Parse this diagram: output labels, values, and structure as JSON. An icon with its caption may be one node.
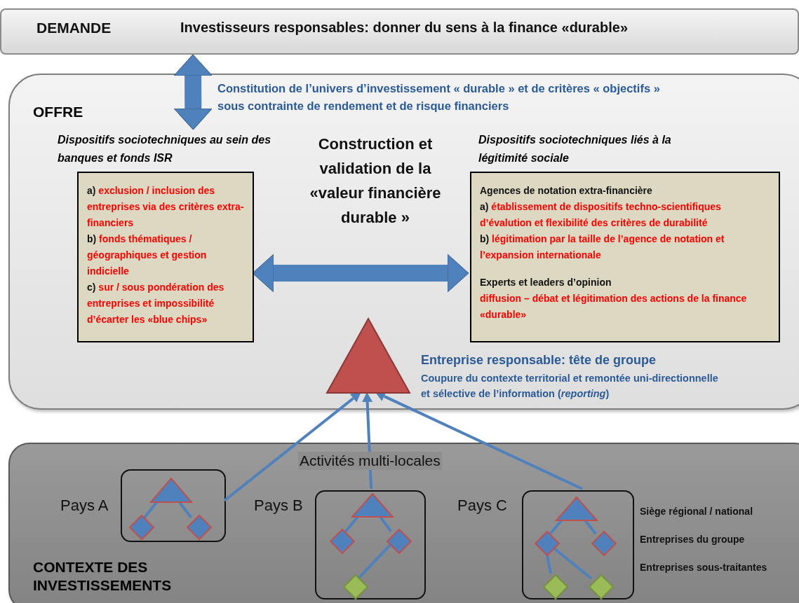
{
  "diagram": {
    "nodes": [
      {
        "text": [
          "DEMANDE",
          "Investisseurs responsables: donner du sens à la finance «durable»"
        ]
      },
      {
        "text": [
          "OFFRE"
        ]
      },
      {
        "text": [
          "Dispositifs sociotechniques au sein des banques et fonds ISR",
          "a) exclusion / inclusion des entreprises via des critères extra-financiers",
          "b) fonds thématiques / géographiques et gestion indicielle",
          "c) sur / sous pondération des entreprises et impossibilité d’écarter les «blue chips»"
        ],
        "in": 1
      },
      {
        "text": [
          "Dispositifs sociotechniques liés à la légitimité sociale",
          "Agences de notation extra-financière",
          "a) établissement de dispositifs techno-scientifiques d’évalution et flexibilité des critères de durabilité",
          "b) légitimation par la taille de l’agence de notation et l’expansion internationale",
          "Experts et leaders d’opinion",
          "diffusion – débat et légitimation des actions de la finance «durable»"
        ],
        "in": 1
      },
      {
        "text": [],
        "shape": "triangle",
        "in": 1,
        "beside": [
          "Entreprise responsable: tête de groupe",
          "Coupure du contexte territorial et remontée uni-directionnelle et sélective de l’information (*reporting*)"
        ]
      },
      {
        "text": [
          "CONTEXTE DES INVESTISSEMENTS"
        ]
      },
      {
        "text": [],
        "shape": "box",
        "in": 5,
        "beside": [
          "Pays A"
        ]
      },
      {
        "text": [],
        "shape": "triangle",
        "in": 6
      },
      {
        "text": [],
        "shape": "diamond",
        "in": 6
      },
      {
        "text": [],
        "shape": "diamond",
        "in": 6
      },
      {
        "text": [],
        "shape": "box",
        "in": 5,
        "beside": [
          "Pays B"
        ]
      },
      {
        "text": [],
        "shape": "triangle",
        "in": 10
      },
      {
        "text": [],
        "shape": "diamond",
        "in": 10
      },
      {
        "text": [],
        "shape": "diamond",
        "in": 10
      },
      {
        "text": [],
        "shape": "diamond",
        "in": 10
      },
      {
        "text": [],
        "shape": "box",
        "in": 5,
        "beside": [
          "Pays C"
        ]
      },
      {
        "text": [],
        "shape": "triangle",
        "in": 15
      },
      {
        "text": [],
        "shape": "diamond",
        "in": 15
      },
      {
        "text": [],
        "shape": "diamond",
        "in": 15
      },
      {
        "text": [],
        "shape": "diamond",
        "in": 15
      },
      {
        "text": [],
        "shape": "diamond",
        "in": 15
      }
    ],
    "edges": [
      {
        "from": 0,
        "to": 2,
        "arrow": "both",
        "style": "thick"
      },
      {
        "from": 2,
        "to": 3,
        "arrow": "both",
        "style": "thick"
      },
      {
        "from": 6,
        "to": 4,
        "arrow": "to"
      },
      {
        "from": 10,
        "to": 4,
        "arrow": "to"
      },
      {
        "from": 15,
        "to": 4,
        "arrow": "to"
      },
      {
        "from": 7,
        "to": 8,
        "arrow": "none"
      },
      {
        "from": 7,
        "to": 9,
        "arrow": "none"
      },
      {
        "from": 11,
        "to": 12,
        "arrow": "none"
      },
      {
        "from": 11,
        "to": 13,
        "arrow": "none"
      },
      {
        "from": 13,
        "to": 14,
        "arrow": "none"
      },
      {
        "from": 16,
        "to": 17,
        "arrow": "none"
      },
      {
        "from": 16,
        "to": 18,
        "arrow": "none"
      },
      {
        "from": 17,
        "to": 19,
        "arrow": "none"
      },
      {
        "from": 17,
        "to": 20,
        "arrow": "none"
      }
    ],
    "labels": [
      "Constitution de l’univers d’investissement « durable » et de critères « objectifs » sous contrainte de rendement et de risque financiers",
      "Construction et validation de la «valeur financière durable »",
      "Activités multi-locales",
      "Siège régional / national",
      "Entreprises du groupe",
      "Entreprises sous-traitantes"
    ]
  }
}
